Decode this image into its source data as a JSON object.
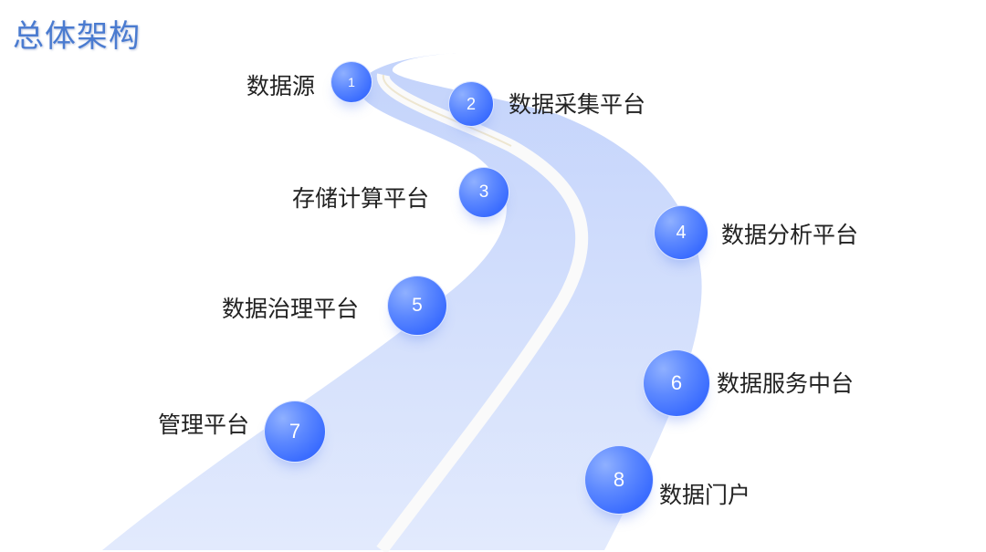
{
  "title": "总体架构",
  "steps": [
    {
      "num": "1",
      "label": "数据源"
    },
    {
      "num": "2",
      "label": "数据采集平台"
    },
    {
      "num": "3",
      "label": "存储计算平台"
    },
    {
      "num": "4",
      "label": "数据分析平台"
    },
    {
      "num": "5",
      "label": "数据治理平台"
    },
    {
      "num": "6",
      "label": "数据服务中台"
    },
    {
      "num": "7",
      "label": "管理平台"
    },
    {
      "num": "8",
      "label": "数据门户"
    }
  ],
  "colors": {
    "road": "#d6e1fd",
    "node": "#3a6cff",
    "title": "#4a7bd0"
  }
}
